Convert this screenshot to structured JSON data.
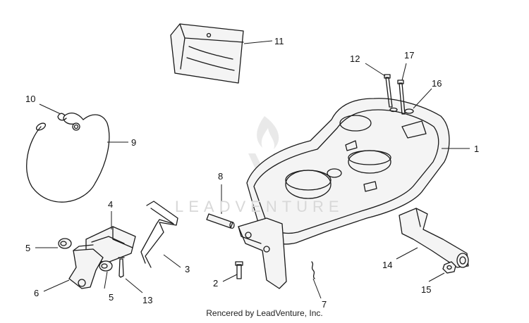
{
  "diagram": {
    "watermark": "LEADVENTURE",
    "footer": "Rencered by LeadVenture, Inc.",
    "callouts": [
      {
        "id": "c1",
        "label": "1"
      },
      {
        "id": "c2",
        "label": "2"
      },
      {
        "id": "c3",
        "label": "3"
      },
      {
        "id": "c4",
        "label": "4"
      },
      {
        "id": "c5a",
        "label": "5"
      },
      {
        "id": "c5b",
        "label": "5"
      },
      {
        "id": "c6",
        "label": "6"
      },
      {
        "id": "c7",
        "label": "7"
      },
      {
        "id": "c8",
        "label": "8"
      },
      {
        "id": "c9",
        "label": "9"
      },
      {
        "id": "c10",
        "label": "10"
      },
      {
        "id": "c11",
        "label": "11"
      },
      {
        "id": "c12",
        "label": "12"
      },
      {
        "id": "c13",
        "label": "13"
      },
      {
        "id": "c14",
        "label": "14"
      },
      {
        "id": "c15",
        "label": "15"
      },
      {
        "id": "c16",
        "label": "16"
      },
      {
        "id": "c17",
        "label": "17"
      }
    ]
  }
}
